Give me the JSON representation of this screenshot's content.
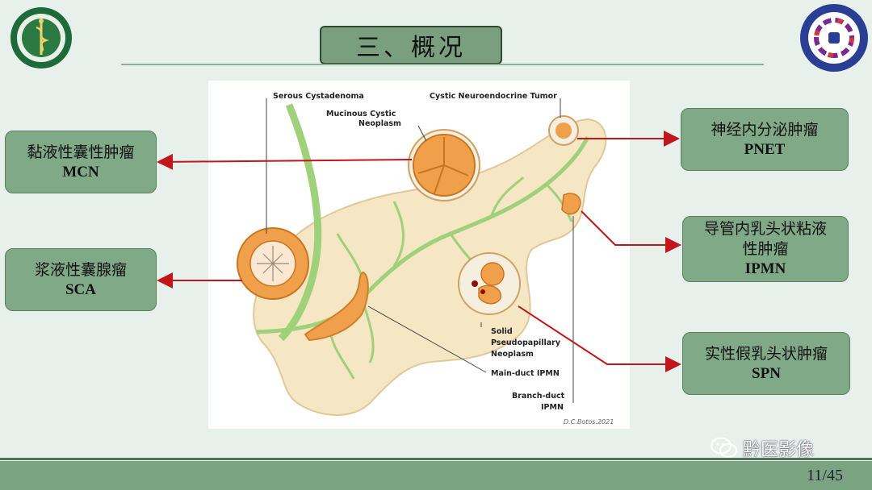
{
  "slide": {
    "title": "三、概况",
    "page": "11/45",
    "brand": "黔医影像"
  },
  "labels": {
    "mcn": {
      "cn": "黏液性囊性肿瘤",
      "en": "MCN"
    },
    "sca": {
      "cn": "浆液性囊腺瘤",
      "en": "SCA"
    },
    "pnet": {
      "cn": "神经内分泌肿瘤",
      "en": "PNET"
    },
    "ipmn": {
      "cn_line1": "导管内乳头状粘液",
      "cn_line2": "性肿瘤",
      "en": "IPMN"
    },
    "spn": {
      "cn": "实性假乳头状肿瘤",
      "en": "SPN"
    }
  },
  "figure": {
    "serous": "Serous Cystadenoma",
    "mucinous_1": "Mucinous Cystic",
    "mucinous_2": "Neoplasm",
    "neuro": "Cystic Neuroendocrine Tumor",
    "solid_1": "Solid",
    "solid_2": "Pseudopapillary",
    "solid_3": "Neoplasm",
    "main_duct": "Main-duct IPMN",
    "branch_1": "Branch-duct",
    "branch_2": "IPMN",
    "credit": "D.C.Botos.2021"
  },
  "colors": {
    "background": "#e7f0eb",
    "box": "#80a987",
    "arrow": "#c0161c",
    "pancreas": "#f5e6c4",
    "duct": "#9fd07a",
    "cyst": "#f0a04b"
  }
}
